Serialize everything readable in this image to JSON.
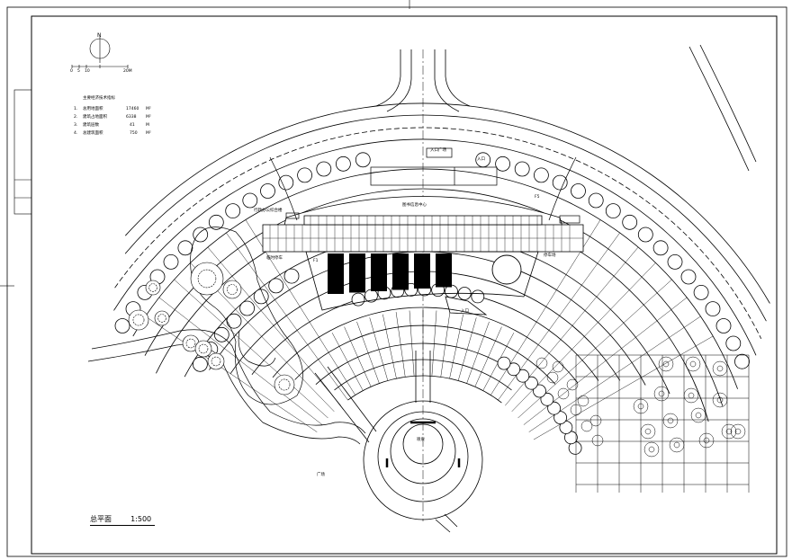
{
  "sheet": {
    "title": "总平面",
    "scale": "1:500"
  },
  "north_marker": {
    "letter": "N",
    "scale_bar_ticks": [
      "0",
      "5",
      "10",
      "20M"
    ]
  },
  "indicators": {
    "heading": "主要经济技术指标",
    "items": [
      {
        "no": "1.",
        "name": "总用地面积",
        "value": "17460",
        "unit": "M²"
      },
      {
        "no": "2.",
        "name": "建筑占地面积",
        "value": "6338",
        "unit": "M²"
      },
      {
        "no": "3.",
        "name": "建筑层数",
        "value": "41",
        "unit": "M"
      },
      {
        "no": "4.",
        "name": "总建筑面积",
        "value": "750",
        "unit": "M²"
      }
    ]
  },
  "plan_labels": {
    "center_building": "图书信息中心",
    "upper_entrance": "入口广场",
    "left_wing": "行政办公综合楼",
    "left_note": "临时停车",
    "right_note": "停车场",
    "fountain": "喷泉",
    "plaza": "广场",
    "f_left": "F1",
    "f_right": "F5",
    "ramp_a": "入口",
    "ramp_b": "入口"
  },
  "colors": {
    "line": "#000000",
    "paper": "#ffffff"
  }
}
